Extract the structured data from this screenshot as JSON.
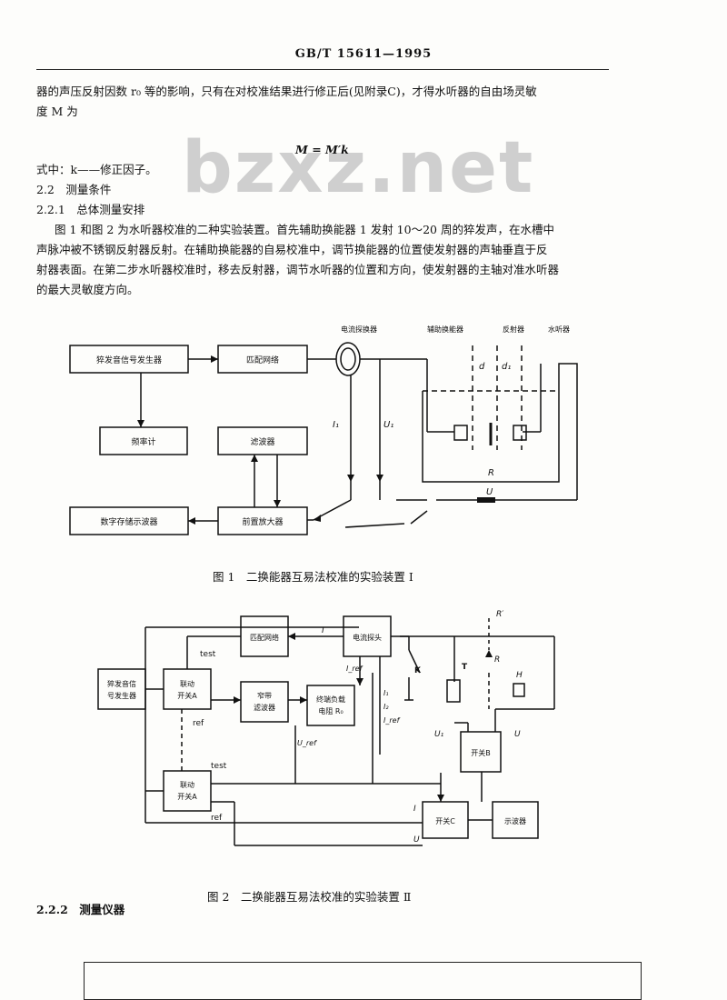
{
  "header": {
    "standard_no": "GB/T 15611—1995"
  },
  "watermark": "bzxz.net",
  "body": {
    "line1": "器的声压反射因数 r₀ 等的影响，只有在对校准结果进行修正后(见附录C)，才得水听器的自由场灵敏",
    "line2": "度 M 为",
    "formula": "M = M′k",
    "where": "式中：k——修正因子。",
    "sec_2_2": "2.2　测量条件",
    "sec_2_2_1": "2.2.1　总体测量安排",
    "para_1": "图 1 和图 2 为水听器校准的二种实验装置。首先辅助换能器 1 发射 10～20 周的猝发声，在水槽中",
    "para_2": "声脉冲被不锈钢反射器反射。在辅助换能器的自易校准中，调节换能器的位置使发射器的声轴垂直于反",
    "para_3": "射器表面。在第二步水听器校准时，移去反射器，调节水听器的位置和方向，使发射器的主轴对准水听器",
    "para_4": "的最大灵敏度方向。",
    "sec_2_2_2": "2.2.2　测量仪器"
  },
  "figure1": {
    "caption": "图 1　二换能器互易法校准的实验装置 I",
    "blocks": {
      "burst_gen": "猝发音信号发生器",
      "matching": "匹配网络",
      "counter": "频率计",
      "filter": "滤波器",
      "scope": "数字存储示波器",
      "preamp": "前置放大器"
    },
    "labels": {
      "probe": "电流探换器",
      "aux": "辅助换能器",
      "reflector": "反射器",
      "hydrophone": "水听器",
      "I1": "I₁",
      "U1": "U₁",
      "d": "d",
      "d1": "d₁",
      "R": "R",
      "U": "U"
    }
  },
  "figure2": {
    "caption": "图 2　二换能器互易法校准的实验装置 Ⅱ",
    "blocks": {
      "burst_gen": [
        "猝发音信",
        "号发生器"
      ],
      "switch_a1": [
        "联动",
        "开关A"
      ],
      "matching": "匹配网络",
      "probe": "电流探头",
      "narrow_filter": [
        "窄带",
        "滤波器"
      ],
      "load": [
        "终端负载",
        "电阻 R₀"
      ],
      "switch_b": "开关B",
      "switch_a2": [
        "联动",
        "开关A"
      ],
      "switch_c": "开关C",
      "scope": "示波器"
    },
    "labels": {
      "test1": "test",
      "ref1": "ref",
      "test2": "test",
      "ref2": "ref",
      "I": "I",
      "Iref": "I_ref",
      "Uref": "U_ref",
      "I1": "I₁",
      "I2": "I₂",
      "Iref2": "I_ref",
      "K": "K",
      "T": "T",
      "R": "R",
      "Rp": "R′",
      "H": "H",
      "U1": "U₁",
      "U": "U",
      "Ic": "I",
      "Uc": "U"
    }
  }
}
